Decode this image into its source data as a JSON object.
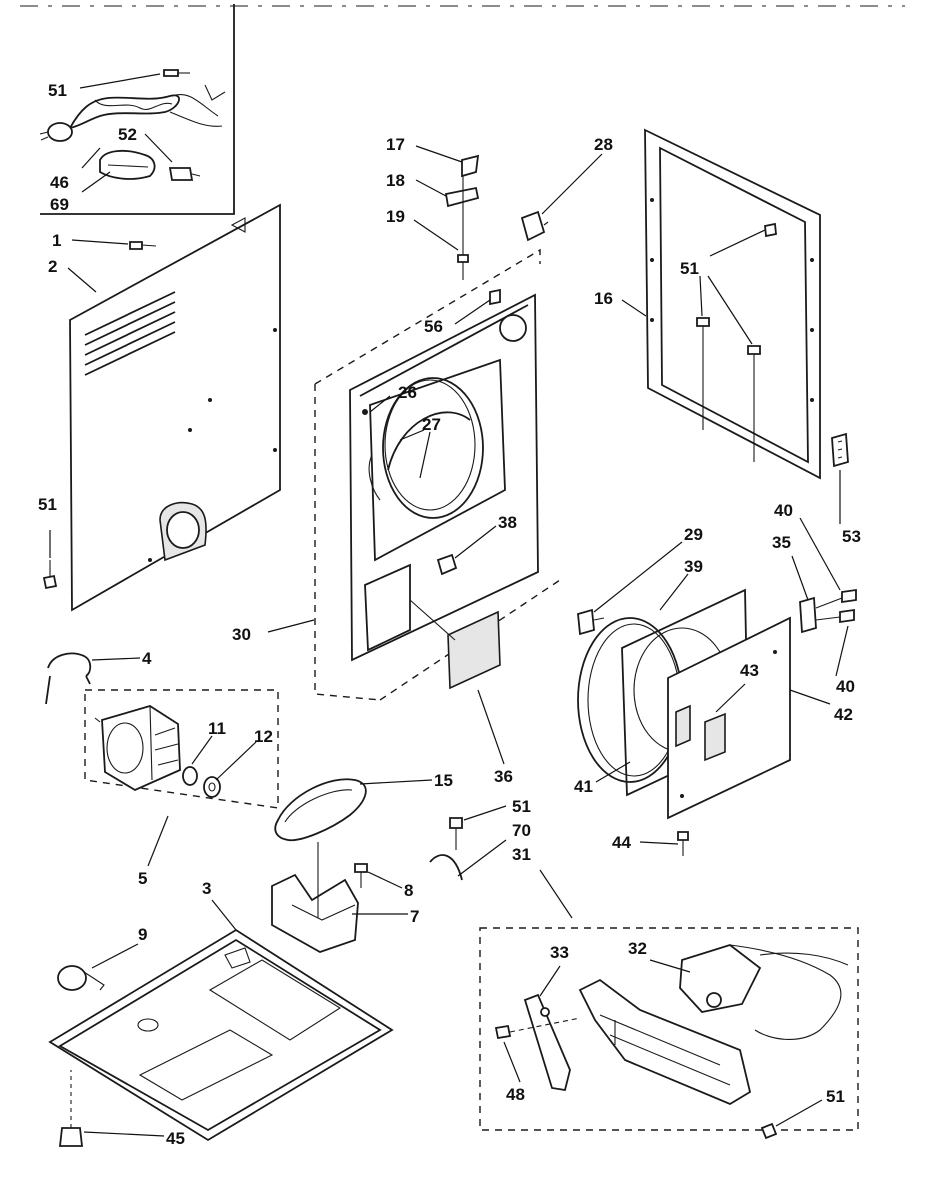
{
  "labels": [
    {
      "id": "51a",
      "text": "51"
    },
    {
      "id": "46",
      "text": "46"
    },
    {
      "id": "69",
      "text": "69"
    },
    {
      "id": "52",
      "text": "52"
    },
    {
      "id": "1",
      "text": "1"
    },
    {
      "id": "2",
      "text": "2"
    },
    {
      "id": "51b",
      "text": "51"
    },
    {
      "id": "17",
      "text": "17"
    },
    {
      "id": "18",
      "text": "18"
    },
    {
      "id": "19",
      "text": "19"
    },
    {
      "id": "56",
      "text": "56"
    },
    {
      "id": "26",
      "text": "26"
    },
    {
      "id": "27",
      "text": "27"
    },
    {
      "id": "38",
      "text": "38"
    },
    {
      "id": "30",
      "text": "30"
    },
    {
      "id": "36",
      "text": "36"
    },
    {
      "id": "28",
      "text": "28"
    },
    {
      "id": "16",
      "text": "16"
    },
    {
      "id": "51c",
      "text": "51"
    },
    {
      "id": "40a",
      "text": "40"
    },
    {
      "id": "35",
      "text": "35"
    },
    {
      "id": "53",
      "text": "53"
    },
    {
      "id": "40b",
      "text": "40"
    },
    {
      "id": "42",
      "text": "42"
    },
    {
      "id": "29",
      "text": "29"
    },
    {
      "id": "39",
      "text": "39"
    },
    {
      "id": "43",
      "text": "43"
    },
    {
      "id": "41",
      "text": "41"
    },
    {
      "id": "44",
      "text": "44"
    },
    {
      "id": "4",
      "text": "4"
    },
    {
      "id": "11",
      "text": "11"
    },
    {
      "id": "12",
      "text": "12"
    },
    {
      "id": "15",
      "text": "15"
    },
    {
      "id": "5",
      "text": "5"
    },
    {
      "id": "3",
      "text": "3"
    },
    {
      "id": "9",
      "text": "9"
    },
    {
      "id": "8",
      "text": "8"
    },
    {
      "id": "7",
      "text": "7"
    },
    {
      "id": "45",
      "text": "45"
    },
    {
      "id": "51d",
      "text": "51"
    },
    {
      "id": "70",
      "text": "70"
    },
    {
      "id": "31",
      "text": "31"
    },
    {
      "id": "33",
      "text": "33"
    },
    {
      "id": "32",
      "text": "32"
    },
    {
      "id": "48",
      "text": "48"
    },
    {
      "id": "51e",
      "text": "51"
    }
  ]
}
